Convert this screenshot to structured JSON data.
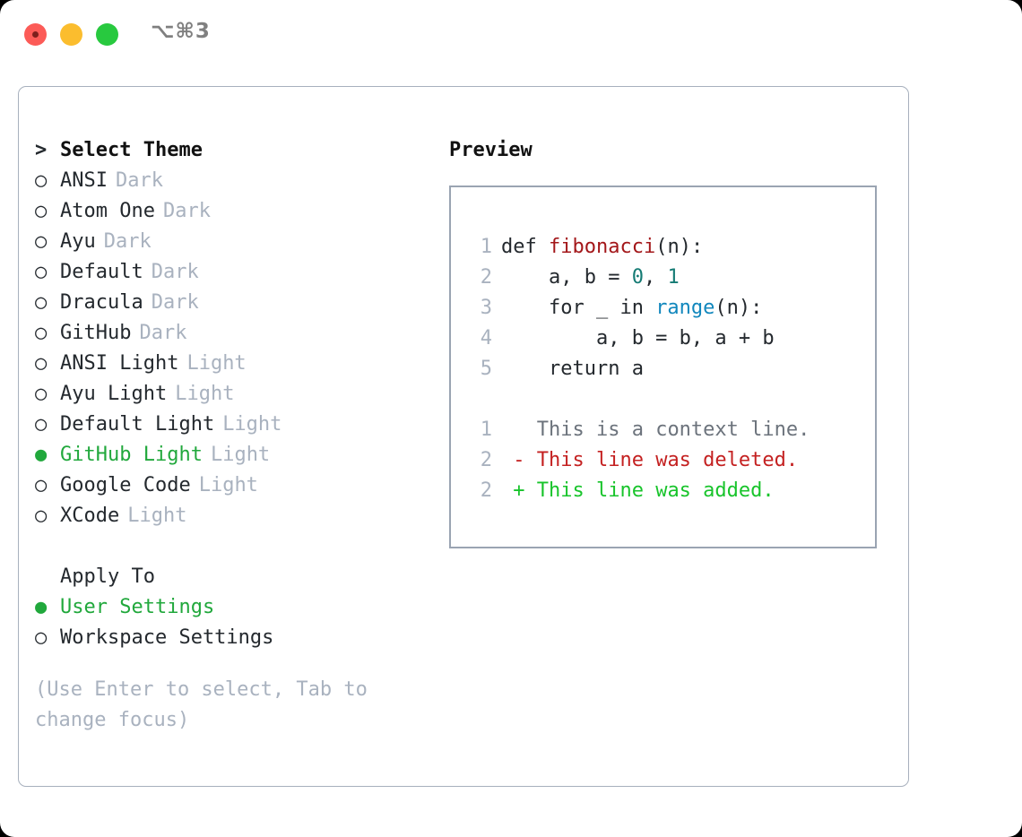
{
  "window": {
    "title": "⌥⌘3",
    "traffic_lights": [
      "close",
      "minimize",
      "maximize"
    ]
  },
  "colors": {
    "accent_green": "#21a83c",
    "muted": "#a9b2bf",
    "text": "#24292e",
    "border": "#9aa4b2",
    "fn_red": "#a3171a",
    "builtin_blue": "#1187bd",
    "number_teal": "#157b74",
    "diff_delete": "#c42121",
    "diff_add": "#18c42b"
  },
  "theme_picker": {
    "heading": {
      "prefix": ">",
      "label": "Select Theme"
    },
    "bullet_unselected": "○",
    "bullet_selected": "●",
    "items": [
      {
        "name": "ANSI",
        "variant": "Dark",
        "selected": false
      },
      {
        "name": "Atom One",
        "variant": "Dark",
        "selected": false
      },
      {
        "name": "Ayu",
        "variant": "Dark",
        "selected": false
      },
      {
        "name": "Default",
        "variant": "Dark",
        "selected": false
      },
      {
        "name": "Dracula",
        "variant": "Dark",
        "selected": false
      },
      {
        "name": "GitHub",
        "variant": "Dark",
        "selected": false
      },
      {
        "name": "ANSI Light",
        "variant": "Light",
        "selected": false
      },
      {
        "name": "Ayu Light",
        "variant": "Light",
        "selected": false
      },
      {
        "name": "Default Light",
        "variant": "Light",
        "selected": false
      },
      {
        "name": "GitHub Light",
        "variant": "Light",
        "selected": true
      },
      {
        "name": "Google Code",
        "variant": "Light",
        "selected": false
      },
      {
        "name": "XCode",
        "variant": "Light",
        "selected": false
      }
    ]
  },
  "apply_to": {
    "heading": "Apply To",
    "items": [
      {
        "name": "User Settings",
        "selected": true
      },
      {
        "name": "Workspace Settings",
        "selected": false
      }
    ]
  },
  "hint": "(Use Enter to select, Tab to change focus)",
  "preview": {
    "title": "Preview",
    "code_lines": [
      {
        "num": "1",
        "segments": [
          {
            "text": "def ",
            "type": "plain"
          },
          {
            "text": "fibonacci",
            "type": "fn"
          },
          {
            "text": "(n):",
            "type": "plain"
          }
        ]
      },
      {
        "num": "2",
        "segments": [
          {
            "text": "    a, b = ",
            "type": "plain"
          },
          {
            "text": "0",
            "type": "num"
          },
          {
            "text": ", ",
            "type": "plain"
          },
          {
            "text": "1",
            "type": "num"
          }
        ]
      },
      {
        "num": "3",
        "segments": [
          {
            "text": "    for _ in ",
            "type": "plain"
          },
          {
            "text": "range",
            "type": "builtin"
          },
          {
            "text": "(n):",
            "type": "plain"
          }
        ]
      },
      {
        "num": "4",
        "segments": [
          {
            "text": "        a, b = b, a + b",
            "type": "plain"
          }
        ]
      },
      {
        "num": "5",
        "segments": [
          {
            "text": "    return a",
            "type": "plain"
          }
        ]
      }
    ],
    "diff_lines": [
      {
        "num": "1",
        "marker": " ",
        "text": " This is a context line.",
        "type": "ctx"
      },
      {
        "num": "2",
        "marker": "-",
        "text": " This line was deleted.",
        "type": "del"
      },
      {
        "num": "2",
        "marker": "+",
        "text": " This line was added.",
        "type": "add"
      }
    ]
  }
}
